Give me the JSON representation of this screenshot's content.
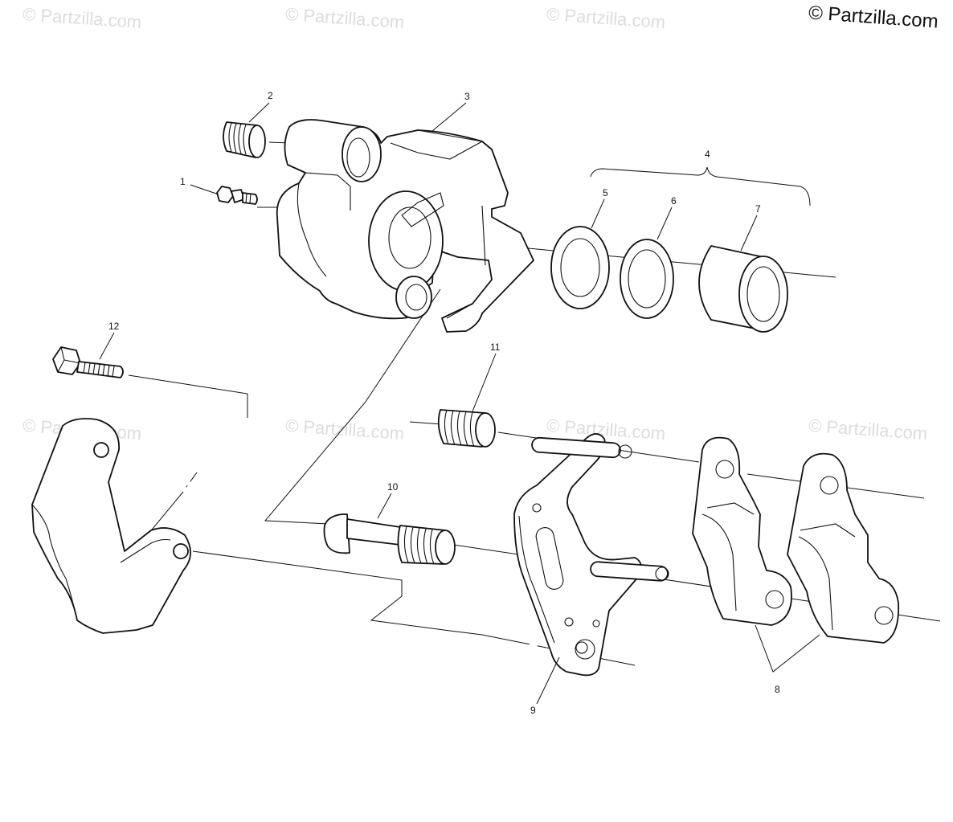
{
  "brand": {
    "text": "© Partzilla.com"
  },
  "watermark": {
    "text": "© Partzilla.com"
  },
  "callouts": [
    {
      "id": "1",
      "label": "1"
    },
    {
      "id": "2",
      "label": "2"
    },
    {
      "id": "3",
      "label": "3"
    },
    {
      "id": "4",
      "label": "4"
    },
    {
      "id": "5",
      "label": "5"
    },
    {
      "id": "6",
      "label": "6"
    },
    {
      "id": "7",
      "label": "7"
    },
    {
      "id": "8",
      "label": "8"
    },
    {
      "id": "9",
      "label": "9"
    },
    {
      "id": "10",
      "label": "10"
    },
    {
      "id": "11",
      "label": "11"
    },
    {
      "id": "12",
      "label": "12"
    }
  ],
  "parts": [
    {
      "callout": "1",
      "icon": "bleeder-valve-icon"
    },
    {
      "callout": "2",
      "icon": "bleeder-cap-icon"
    },
    {
      "callout": "3",
      "icon": "caliper-body-icon"
    },
    {
      "callout": "4",
      "icon": "seal-kit-bracket-icon"
    },
    {
      "callout": "5",
      "icon": "seal-ring-icon"
    },
    {
      "callout": "6",
      "icon": "seal-ring-icon"
    },
    {
      "callout": "7",
      "icon": "piston-icon"
    },
    {
      "callout": "8",
      "icon": "brake-pad-icon"
    },
    {
      "callout": "9",
      "icon": "pad-holder-plate-icon"
    },
    {
      "callout": "10",
      "icon": "slide-pin-icon"
    },
    {
      "callout": "11",
      "icon": "pin-boot-icon"
    },
    {
      "callout": "12",
      "icon": "hex-bolt-icon"
    }
  ]
}
